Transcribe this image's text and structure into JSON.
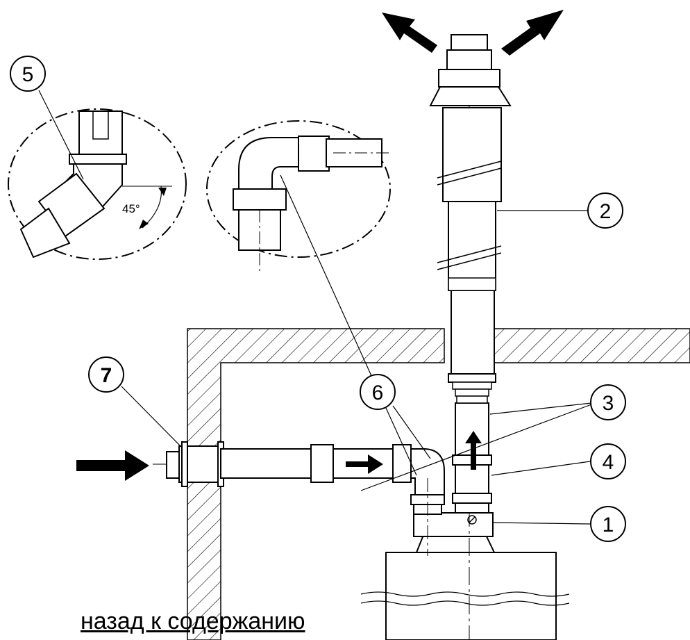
{
  "callouts": {
    "c1": "1",
    "c2": "2",
    "c3": "3",
    "c4": "4",
    "c5": "5",
    "c6": "6",
    "c7": "7"
  },
  "angle_label": "45°",
  "back_link": "назад к содержанию",
  "icons": [
    "flow-arrow-icon",
    "exhaust-arrow-icon",
    "intake-arrow-icon"
  ]
}
